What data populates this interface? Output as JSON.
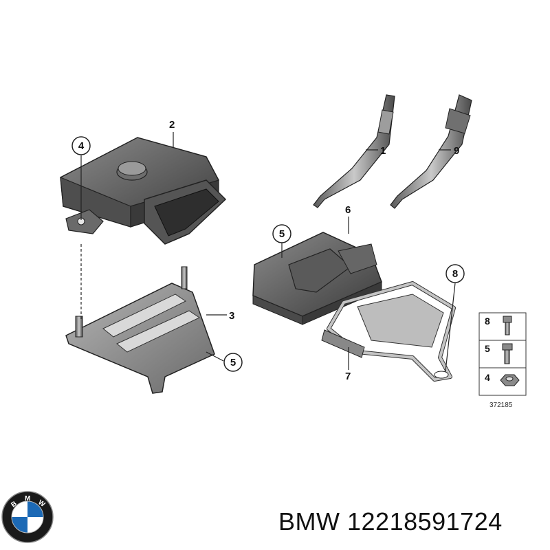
{
  "brand": {
    "name": "BMW",
    "logo_letters": [
      "B",
      "M",
      "W"
    ]
  },
  "part_number": "12218591724",
  "diagram_id": "372185",
  "callouts": [
    "1",
    "2",
    "3",
    "4",
    "5",
    "5",
    "6",
    "7",
    "8",
    "9"
  ],
  "legend": [
    {
      "num": "8",
      "part": "bolt"
    },
    {
      "num": "5",
      "part": "bolt"
    },
    {
      "num": "4",
      "part": "nut"
    }
  ],
  "colors": {
    "line": "#222222",
    "part_dark": "#4a4a4a",
    "part_mid": "#7a7a7a",
    "part_light": "#bdbdbd",
    "logo_blue": "#1c69b5",
    "logo_ring": "#1a1a1a"
  }
}
